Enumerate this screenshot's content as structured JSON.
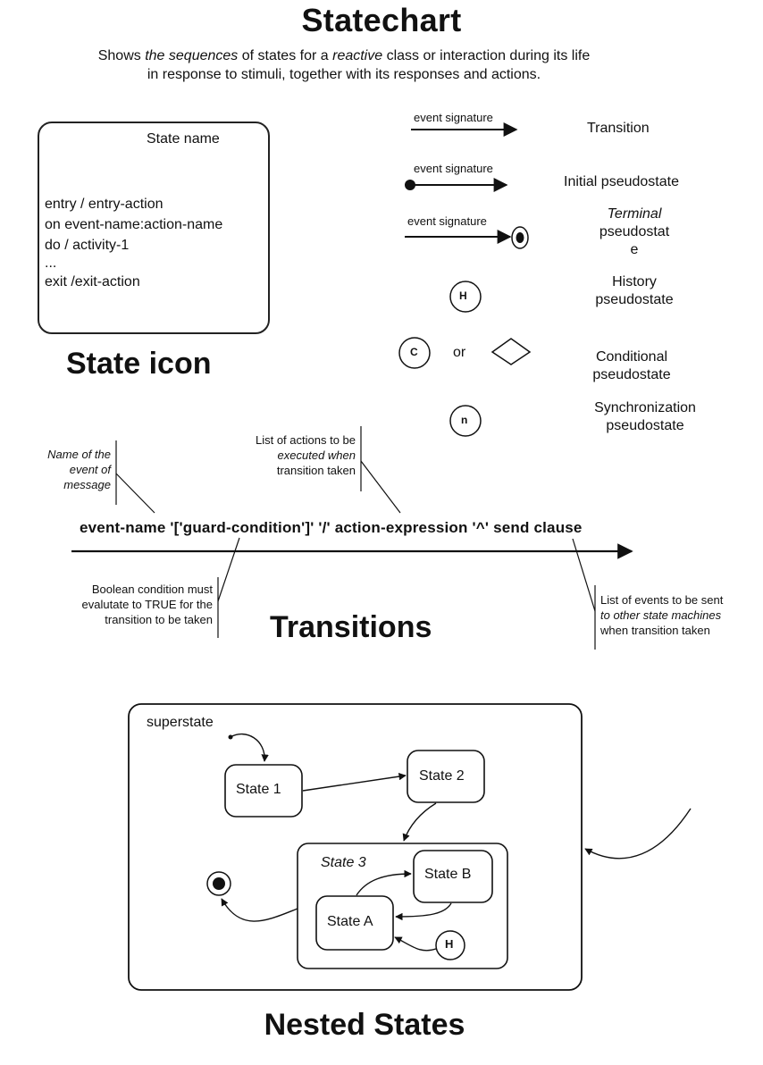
{
  "header": {
    "title": "Statechart",
    "subtitle_line1_a": "Shows ",
    "subtitle_line1_b": "the sequences",
    "subtitle_line1_c": " of states for a ",
    "subtitle_line1_d": "reactive",
    "subtitle_line1_e": " class or interaction during its life",
    "subtitle_line2": "in response to stimuli, together with its responses and actions."
  },
  "state_icon": {
    "state_name": "State name",
    "lines": [
      "entry / entry-action",
      "on event-name:action-name",
      "do / activity-1",
      "...",
      "exit /exit-action"
    ],
    "caption": "State icon"
  },
  "legend": {
    "items": [
      {
        "symbol": "transition-arrow",
        "symbol_label": "event signature",
        "label": "Transition"
      },
      {
        "symbol": "initial-pseudostate",
        "symbol_label": "event signature",
        "label": "Initial pseudostate"
      },
      {
        "symbol": "terminal-pseudostate",
        "symbol_label": "event signature",
        "label_lines": [
          "Terminal",
          "pseudostat",
          "e"
        ]
      },
      {
        "symbol": "history-pseudostate",
        "glyph": "H",
        "label_lines": [
          "History",
          "pseudostate"
        ]
      },
      {
        "symbol": "conditional-pseudostate",
        "glyph": "C",
        "or_text": "or",
        "label_lines": [
          "Conditional",
          "pseudostate"
        ]
      },
      {
        "symbol": "synchronization-pseudostate",
        "glyph": "n",
        "label_lines": [
          "Synchronization",
          "pseudostate"
        ]
      }
    ]
  },
  "transitions": {
    "syntax": "event-name '['guard-condition']' '/' action-expression '^' send clause",
    "caption": "Transitions",
    "notes": {
      "event_name": [
        "Name of the",
        "event of",
        "message"
      ],
      "actions": [
        "List of actions to be",
        "executed when",
        "transition taken"
      ],
      "guard": [
        "Boolean condition must",
        "evalutate to TRUE for the",
        "transition to be taken"
      ],
      "send": [
        "List of events to be sent",
        "to other state machines",
        "when transition taken"
      ]
    }
  },
  "nested": {
    "superstate_label": "superstate",
    "states": {
      "state1": "State 1",
      "state2": "State 2",
      "state3": "State 3",
      "stateA": "State A",
      "stateB": "State B",
      "history": "H"
    },
    "caption": "Nested States"
  }
}
